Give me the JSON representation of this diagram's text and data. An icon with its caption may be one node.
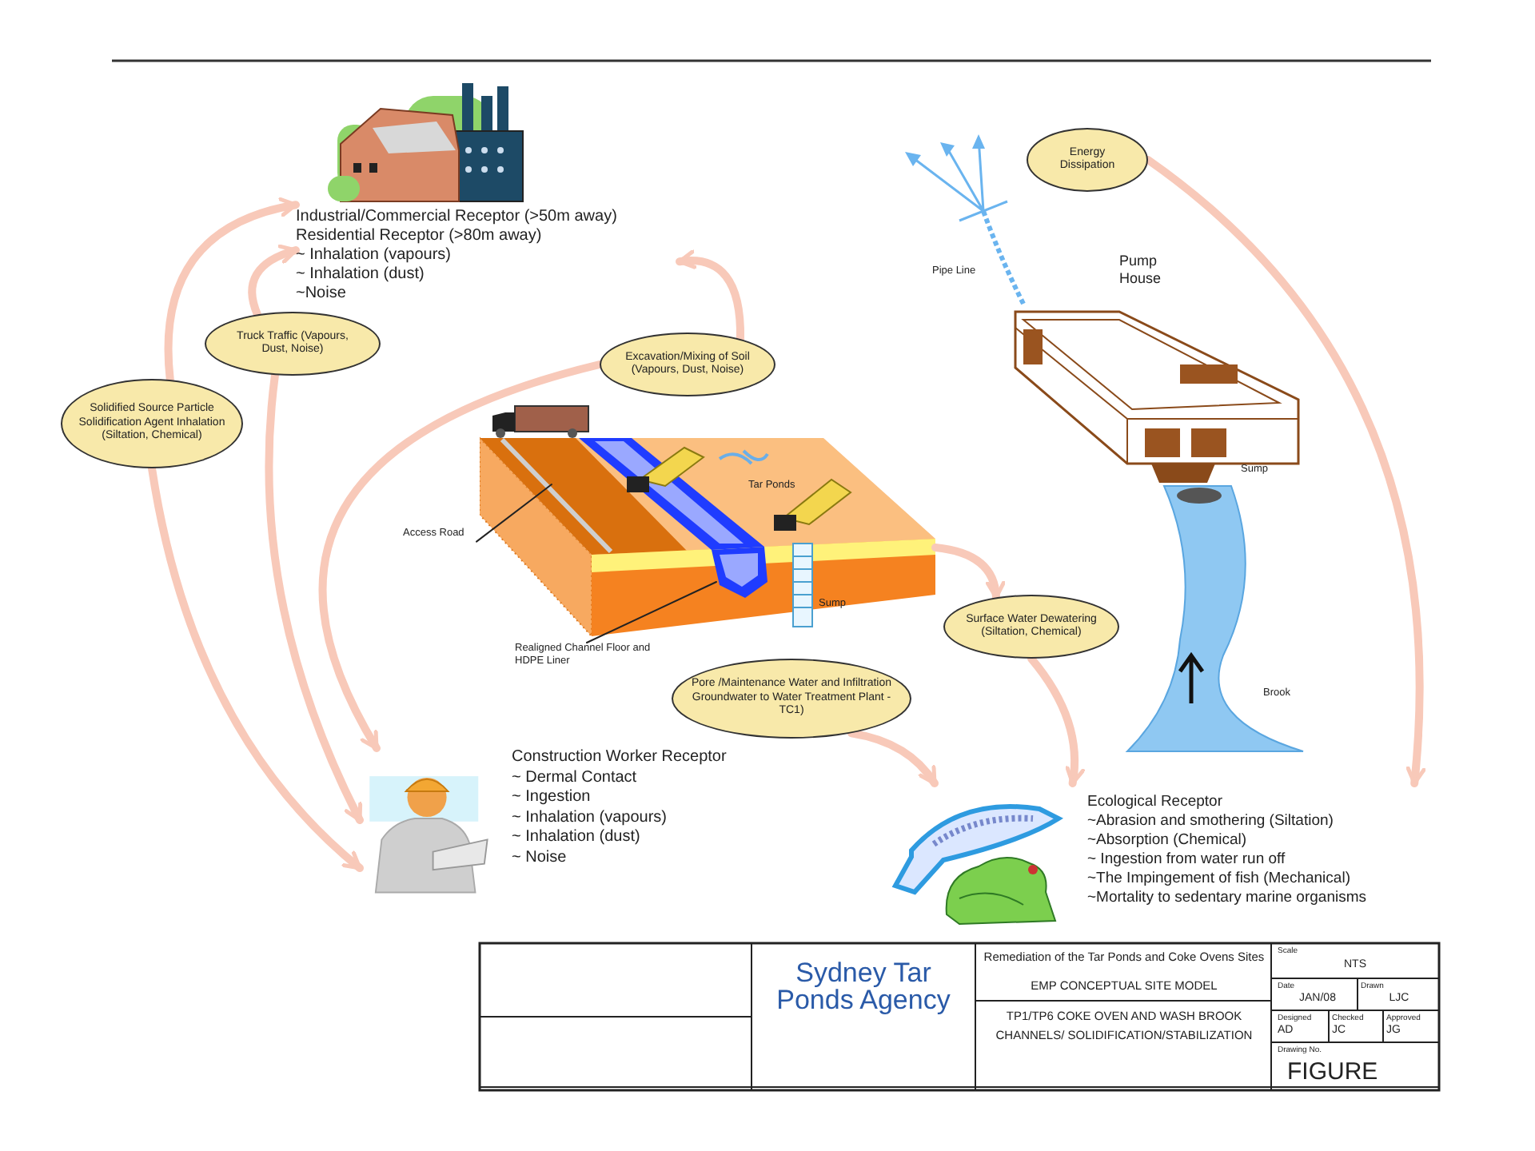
{
  "diagram": {
    "nodes": [
      {
        "text": [
          "Industrial/Commercial Receptor (>50m away)",
          "Residential Receptor (>80m away)",
          "~ Inhalation (vapours)",
          "~ Inhalation (dust)",
          "~Noise"
        ]
      },
      {
        "text": [
          "Truck Traffic (Vapours, Dust, Noise)"
        ]
      },
      {
        "text": [
          "Solidified Source Particle Solidification Agent Inhalation (Siltation, Chemical)"
        ]
      },
      {
        "text": [
          "Excavation/Mixing of Soil (Vapours, Dust, Noise)"
        ]
      },
      {
        "text": [
          "Energy Dissipation"
        ]
      },
      {
        "text": [],
        "shape": "picture"
      },
      {
        "text": [
          "Access Road"
        ]
      },
      {
        "text": [
          "Realigned Channel Floor and HDPE Liner"
        ]
      },
      {
        "text": [
          "Surface Water Dewatering (Siltation, Chemical)"
        ]
      },
      {
        "text": [
          "Pore /Maintenance Water and Infiltration Groundwater to Water Treatment Plant - TC1)"
        ]
      },
      {
        "text": [
          "Construction Worker Receptor",
          "~ Dermal Contact",
          "~ Ingestion",
          "~ Inhalation (vapours)",
          "~ Inhalation (dust)",
          "~ Noise"
        ]
      },
      {
        "text": [
          "Ecological Receptor",
          "~Abrasion and smothering (Siltation)",
          "~Absorption (Chemical)",
          "~ Ingestion from water run off",
          "~The Impingement of fish (Mechanical)",
          "~Mortality to sedentary marine organisms"
        ]
      }
    ],
    "edges": [
      {
        "from": 1,
        "to": 0,
        "arrow": "to"
      },
      {
        "from": 1,
        "to": 10,
        "arrow": "to"
      },
      {
        "from": 2,
        "to": 0,
        "arrow": "to"
      },
      {
        "from": 2,
        "to": 10,
        "arrow": "to"
      },
      {
        "from": 3,
        "to": 0,
        "arrow": "to"
      },
      {
        "from": 3,
        "to": 10,
        "arrow": "to"
      },
      {
        "from": 5,
        "to": 8,
        "arrow": "to"
      },
      {
        "from": 8,
        "to": 11,
        "arrow": "to"
      },
      {
        "from": 9,
        "to": 11,
        "arrow": "to"
      },
      {
        "from": 4,
        "to": 11,
        "arrow": "to"
      },
      {
        "from": 6,
        "to": 5,
        "arrow": "none",
        "color": "#222222"
      },
      {
        "from": 7,
        "to": 5,
        "arrow": "none",
        "color": "#222222"
      }
    ],
    "labels": [
      "Pipe Line",
      "Pump House",
      "Tar Ponds",
      "Sump",
      "Sump",
      "Brook",
      "Sydney Tar Ponds Agency",
      "Remediation of the Tar Ponds and Coke Ovens Sites",
      "EMP CONCEPTUAL SITE MODEL",
      "TP1/TP6 COKE OVEN AND WASH BROOK CHANNELS/ SOLIDIFICATION/STABILIZATION",
      "Scale",
      "NTS",
      "Date",
      "JAN/08",
      "Drawn",
      "LJC",
      "Designed",
      "AD",
      "Checked",
      "JC",
      "Approved",
      "JG",
      "Drawing No.",
      "FIGURE"
    ]
  }
}
